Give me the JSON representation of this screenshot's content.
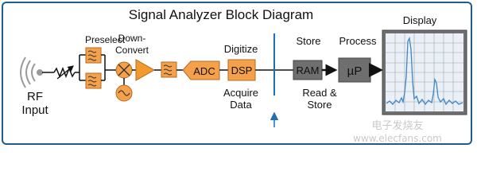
{
  "diagram": {
    "title": "Signal Analyzer Block Diagram",
    "labels": {
      "rf_input_line1": "RF",
      "rf_input_line2": "Input",
      "preselect": "Preselect",
      "down_convert_line1": "Down-",
      "down_convert_line2": "Convert",
      "digitize": "Digitize",
      "acquire_line1": "Acquire",
      "acquire_line2": "Data",
      "store": "Store",
      "process": "Process",
      "read_store_line1": "Read &",
      "read_store_line2": "Store",
      "display": "Display"
    },
    "blocks": {
      "adc": "ADC",
      "dsp": "DSP",
      "ram": "RAM",
      "processor": "µP"
    }
  },
  "watermark": {
    "line1": "电子发烧友",
    "line2": "www.elecfans.com"
  },
  "colors": {
    "frame": "#1f5d8c",
    "block_orange": "#f5a04a",
    "amp_orange": "#f39a2e",
    "block_gray": "#6f6f6f",
    "trace_blue": "#3f86c6",
    "screen_bg": "#ebf0f6",
    "divider_blue": "#1f6fb5"
  }
}
